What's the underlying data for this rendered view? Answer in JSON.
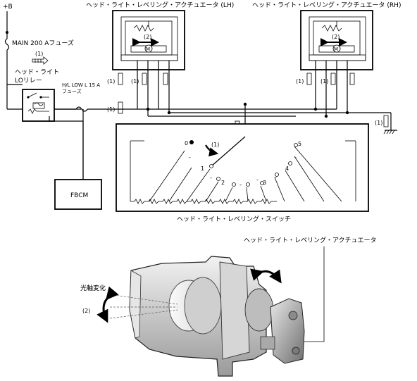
{
  "labels": {
    "plus_b": "+B",
    "main_fuse": "MAIN 200 Aフューズ",
    "step_1": "(1)",
    "step_2": "(2)",
    "relay_line1": "ヘッド・ライト",
    "relay_line2": "LOリレー",
    "hl_fuse_line1": "H/L LOW L 15 A",
    "hl_fuse_line2": "フューズ",
    "actuator_lh": "ヘッド・ライト・レベリング・アクチュエータ (LH)",
    "actuator_rh": "ヘッド・ライト・レベリング・アクチュエータ (RH)",
    "fbcm": "FBCM",
    "switch_caption": "ヘッド・ライト・レベリング・スイッチ",
    "actuator_callout": "ヘッド・ライト・レベリング・アクチュエータ",
    "optical_axis": "光軸変化",
    "motor_symbol": "M"
  },
  "switch_positions": [
    "0",
    "1",
    "2",
    "3",
    "4",
    "5"
  ],
  "switch_minus": "-"
}
